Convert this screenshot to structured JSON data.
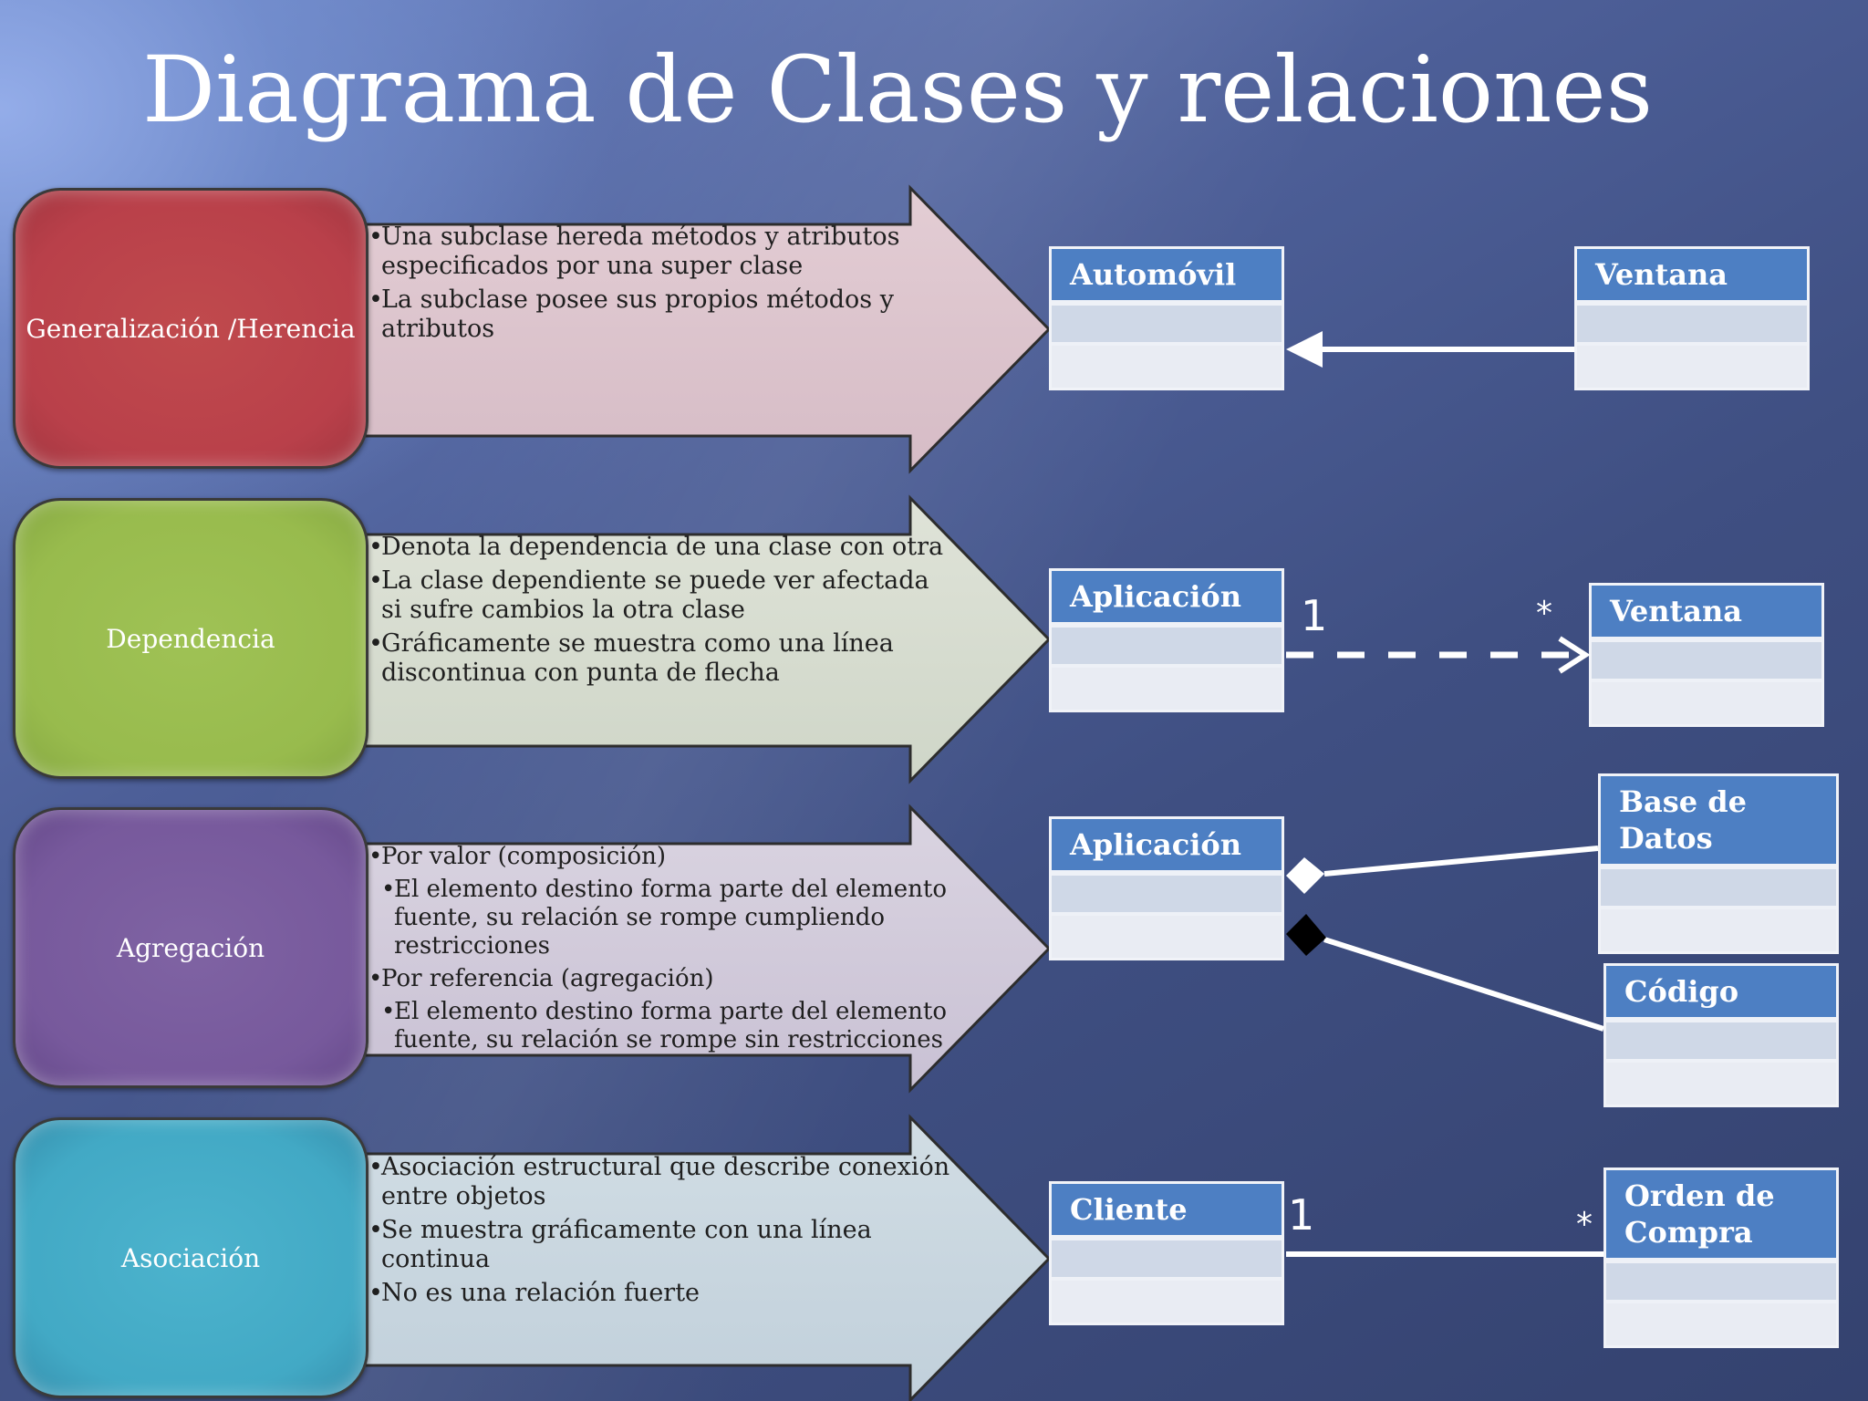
{
  "title": "Diagrama de Clases y relaciones",
  "colors": {
    "generalization": "#b9404a",
    "dependency": "#98bb4d",
    "aggregation": "#77599c",
    "association": "#42a9c5",
    "uml_header": "#4d7fc3"
  },
  "concepts": [
    {
      "label": "Generalización /Herencia",
      "bullets": [
        "Una subclase hereda métodos y atributos especificados por una super clase",
        "La subclase posee sus propios métodos y atributos"
      ]
    },
    {
      "label": "Dependencia",
      "bullets": [
        "Denota la dependencia de una clase con otra",
        "La clase dependiente se puede ver afectada si sufre cambios la otra clase",
        "Gráficamente se muestra como una línea discontinua con punta de flecha"
      ]
    },
    {
      "label": "Agregación",
      "bullets": [
        "Por valor (composición)",
        "El elemento destino forma parte del elemento fuente, su relación se rompe cumpliendo restricciones",
        "Por referencia (agregación)",
        "El elemento destino forma parte del elemento fuente, su relación se rompe sin restricciones"
      ]
    },
    {
      "label": "Asociación",
      "bullets": [
        "Asociación estructural que describe conexión entre objetos",
        "Se muestra gráficamente con una línea continua",
        "No es una relación fuerte"
      ]
    }
  ],
  "classes": {
    "automovil": "Automóvil",
    "ventana_1": "Ventana",
    "aplicacion_1": "Aplicación",
    "ventana_2": "Ventana",
    "aplicacion_2": "Aplicación",
    "base_datos": "Base de Datos",
    "codigo": "Código",
    "cliente": "Cliente",
    "orden_compra": "Orden de Compra"
  },
  "multiplicities": {
    "dependency_source": "1",
    "dependency_target": "*",
    "association_source": "1",
    "association_target": "*"
  }
}
